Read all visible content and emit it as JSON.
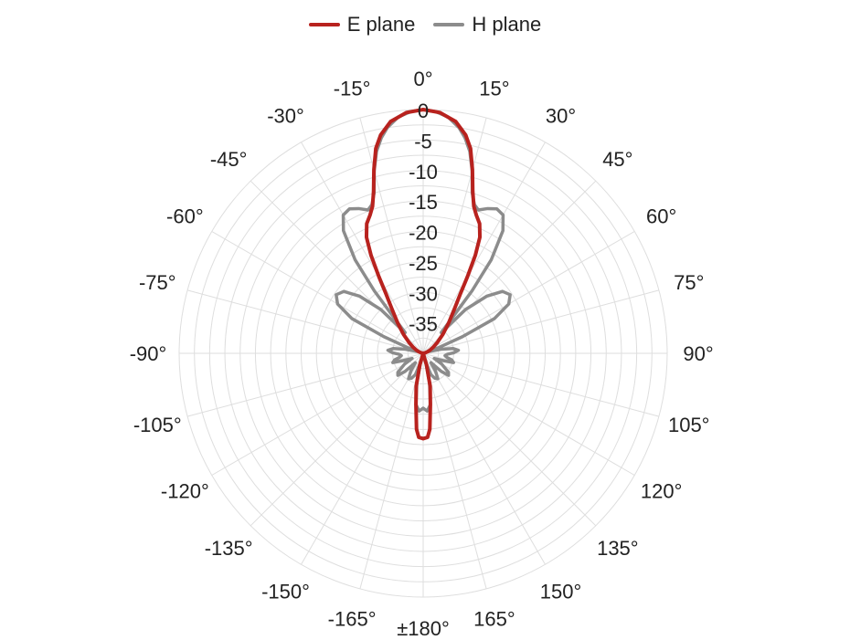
{
  "chart_data": {
    "type": "polar-line",
    "title": "",
    "angle_unit": "deg",
    "angle_zero": "top",
    "angle_direction": "clockwise",
    "angle_ticks": [
      {
        "angle": 0,
        "label": "0°"
      },
      {
        "angle": 15,
        "label": "15°"
      },
      {
        "angle": 30,
        "label": "30°"
      },
      {
        "angle": 45,
        "label": "45°"
      },
      {
        "angle": 60,
        "label": "60°"
      },
      {
        "angle": 75,
        "label": "75°"
      },
      {
        "angle": 90,
        "label": "90°"
      },
      {
        "angle": 105,
        "label": "105°"
      },
      {
        "angle": 120,
        "label": "120°"
      },
      {
        "angle": 135,
        "label": "135°"
      },
      {
        "angle": 150,
        "label": "150°"
      },
      {
        "angle": 165,
        "label": "165°"
      },
      {
        "angle": 180,
        "label": "±180°"
      },
      {
        "angle": -165,
        "label": "-165°"
      },
      {
        "angle": -150,
        "label": "-150°"
      },
      {
        "angle": -135,
        "label": "-135°"
      },
      {
        "angle": -120,
        "label": "-120°"
      },
      {
        "angle": -105,
        "label": "-105°"
      },
      {
        "angle": -90,
        "label": "-90°"
      },
      {
        "angle": -75,
        "label": "-75°"
      },
      {
        "angle": -60,
        "label": "-60°"
      },
      {
        "angle": -45,
        "label": "-45°"
      },
      {
        "angle": -30,
        "label": "-30°"
      },
      {
        "angle": -15,
        "label": "-15°"
      }
    ],
    "radial_range": [
      -40,
      0
    ],
    "radial_ticks": [
      {
        "value": 0,
        "label": "0"
      },
      {
        "value": -5,
        "label": "-5"
      },
      {
        "value": -10,
        "label": "-10"
      },
      {
        "value": -15,
        "label": "-15"
      },
      {
        "value": -20,
        "label": "-20"
      },
      {
        "value": -25,
        "label": "-25"
      },
      {
        "value": -30,
        "label": "-30"
      },
      {
        "value": -35,
        "label": "-35"
      }
    ],
    "grid": true,
    "legend": {
      "position": "top-center"
    },
    "series": [
      {
        "name": "H plane",
        "color": "#8c8c8c",
        "points": [
          [
            0,
            0
          ],
          [
            3,
            -0.3
          ],
          [
            6,
            -1
          ],
          [
            9,
            -2.5
          ],
          [
            11,
            -4
          ],
          [
            13,
            -6
          ],
          [
            15,
            -9
          ],
          [
            17,
            -12.5
          ],
          [
            19,
            -14.2
          ],
          [
            21,
            -14.8
          ],
          [
            24,
            -14
          ],
          [
            27,
            -13.4
          ],
          [
            30,
            -13.8
          ],
          [
            33,
            -16
          ],
          [
            36,
            -21
          ],
          [
            38,
            -27
          ],
          [
            39.5,
            -33
          ],
          [
            41,
            -35.5
          ],
          [
            44,
            -30
          ],
          [
            48,
            -26
          ],
          [
            52,
            -23.5
          ],
          [
            56,
            -22.8
          ],
          [
            60,
            -23.8
          ],
          [
            64,
            -27
          ],
          [
            67,
            -33
          ],
          [
            70,
            -37.5
          ],
          [
            73,
            -39
          ],
          [
            77,
            -37
          ],
          [
            81,
            -35
          ],
          [
            85,
            -34.2
          ],
          [
            89,
            -35
          ],
          [
            92,
            -36
          ],
          [
            96,
            -36.4
          ],
          [
            100,
            -36
          ],
          [
            103,
            -35.2
          ],
          [
            107,
            -34.8
          ],
          [
            110,
            -36.5
          ],
          [
            115,
            -38
          ],
          [
            120,
            -36.5
          ],
          [
            127,
            -34.8
          ],
          [
            131,
            -34.5
          ],
          [
            135,
            -35.8
          ],
          [
            140,
            -38
          ],
          [
            145,
            -36.5
          ],
          [
            150,
            -35.2
          ],
          [
            155,
            -35.5
          ],
          [
            160,
            -36.3
          ],
          [
            164,
            -38.5
          ],
          [
            168,
            -35
          ],
          [
            172,
            -31.5
          ],
          [
            176,
            -30.5
          ],
          [
            180,
            -31
          ],
          [
            -176,
            -30.5
          ],
          [
            -172,
            -31.5
          ],
          [
            -168,
            -35
          ],
          [
            -164,
            -38.5
          ],
          [
            -160,
            -36.3
          ],
          [
            -155,
            -35.5
          ],
          [
            -150,
            -35.2
          ],
          [
            -145,
            -36.5
          ],
          [
            -140,
            -38
          ],
          [
            -135,
            -35.8
          ],
          [
            -131,
            -34.5
          ],
          [
            -127,
            -34.8
          ],
          [
            -120,
            -36.5
          ],
          [
            -115,
            -38
          ],
          [
            -110,
            -36.5
          ],
          [
            -107,
            -34.8
          ],
          [
            -103,
            -35.2
          ],
          [
            -100,
            -36
          ],
          [
            -96,
            -36.4
          ],
          [
            -92,
            -36
          ],
          [
            -89,
            -35
          ],
          [
            -85,
            -34.2
          ],
          [
            -81,
            -35
          ],
          [
            -77,
            -37
          ],
          [
            -73,
            -39
          ],
          [
            -70,
            -37.5
          ],
          [
            -67,
            -33
          ],
          [
            -64,
            -27
          ],
          [
            -60,
            -23.8
          ],
          [
            -56,
            -22.8
          ],
          [
            -52,
            -23.5
          ],
          [
            -48,
            -26
          ],
          [
            -44,
            -30
          ],
          [
            -41,
            -35.5
          ],
          [
            -39.5,
            -33
          ],
          [
            -38,
            -27
          ],
          [
            -36,
            -21
          ],
          [
            -33,
            -16
          ],
          [
            -30,
            -13.8
          ],
          [
            -27,
            -13.4
          ],
          [
            -24,
            -14
          ],
          [
            -21,
            -14.8
          ],
          [
            -19,
            -14.2
          ],
          [
            -17,
            -12.5
          ],
          [
            -15,
            -9
          ],
          [
            -13,
            -6
          ],
          [
            -11,
            -4
          ],
          [
            -9,
            -2.5
          ],
          [
            -6,
            -1
          ],
          [
            -3,
            -0.3
          ],
          [
            0,
            0
          ]
        ]
      },
      {
        "name": "E plane",
        "color": "#b8221e",
        "points": [
          [
            0,
            0
          ],
          [
            4,
            -0.4
          ],
          [
            8,
            -1.6
          ],
          [
            11,
            -3.5
          ],
          [
            13,
            -5.5
          ],
          [
            15,
            -8.8
          ],
          [
            17,
            -12.2
          ],
          [
            19,
            -14.5
          ],
          [
            21,
            -15.7
          ],
          [
            23.5,
            -16.8
          ],
          [
            26,
            -18.8
          ],
          [
            28,
            -21.8
          ],
          [
            30,
            -25.5
          ],
          [
            32,
            -28.5
          ],
          [
            35,
            -31
          ],
          [
            40,
            -33.5
          ],
          [
            46,
            -35.5
          ],
          [
            52,
            -37
          ],
          [
            58,
            -38
          ],
          [
            64,
            -38.7
          ],
          [
            70,
            -39.2
          ],
          [
            76,
            -39.7
          ],
          [
            83,
            -40
          ],
          [
            90,
            -40
          ],
          [
            100,
            -40
          ],
          [
            115,
            -40
          ],
          [
            130,
            -40
          ],
          [
            145,
            -40
          ],
          [
            158,
            -40
          ],
          [
            164,
            -38
          ],
          [
            168,
            -34.5
          ],
          [
            172,
            -31.5
          ],
          [
            175,
            -27.5
          ],
          [
            177,
            -26.2
          ],
          [
            180,
            -26
          ],
          [
            -177,
            -26.2
          ],
          [
            -175,
            -27.5
          ],
          [
            -172,
            -31.5
          ],
          [
            -168,
            -34.5
          ],
          [
            -164,
            -38
          ],
          [
            -158,
            -40
          ],
          [
            -145,
            -40
          ],
          [
            -130,
            -40
          ],
          [
            -115,
            -40
          ],
          [
            -100,
            -40
          ],
          [
            -90,
            -40
          ],
          [
            -83,
            -40
          ],
          [
            -76,
            -39.7
          ],
          [
            -70,
            -39.2
          ],
          [
            -64,
            -38.7
          ],
          [
            -58,
            -38
          ],
          [
            -52,
            -37
          ],
          [
            -46,
            -35.5
          ],
          [
            -40,
            -33.5
          ],
          [
            -35,
            -31
          ],
          [
            -32,
            -28.5
          ],
          [
            -30,
            -25.5
          ],
          [
            -28,
            -21.8
          ],
          [
            -26,
            -18.8
          ],
          [
            -23.5,
            -16.8
          ],
          [
            -21,
            -15.7
          ],
          [
            -19,
            -14.5
          ],
          [
            -17,
            -12.2
          ],
          [
            -15,
            -8.8
          ],
          [
            -13,
            -5.5
          ],
          [
            -11,
            -3.5
          ],
          [
            -8,
            -1.6
          ],
          [
            -4,
            -0.4
          ],
          [
            0,
            0
          ]
        ]
      }
    ]
  }
}
